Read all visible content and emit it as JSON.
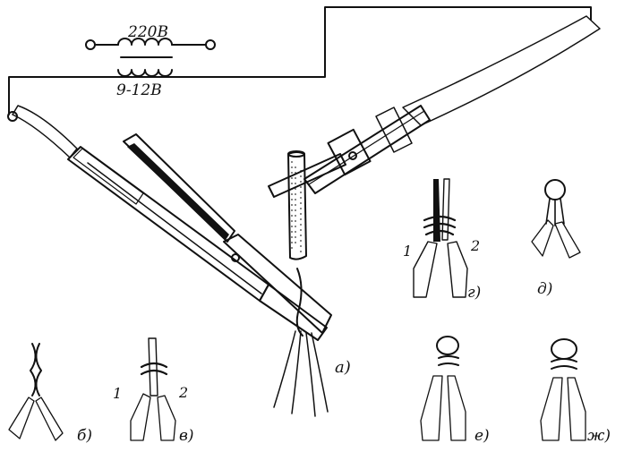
{
  "transformer": {
    "primary_voltage": "220В",
    "secondary_voltage": "9-12В"
  },
  "labels": {
    "a": "а)",
    "b": "б)",
    "v": "в)",
    "g": "г)",
    "d": "д)",
    "e": "е)",
    "zh": "ж)",
    "wire_1_v": "1",
    "wire_2_v": "2",
    "wire_1_g": "1",
    "wire_2_g": "2"
  },
  "colors": {
    "ink": "#111111",
    "background": "#ffffff"
  }
}
